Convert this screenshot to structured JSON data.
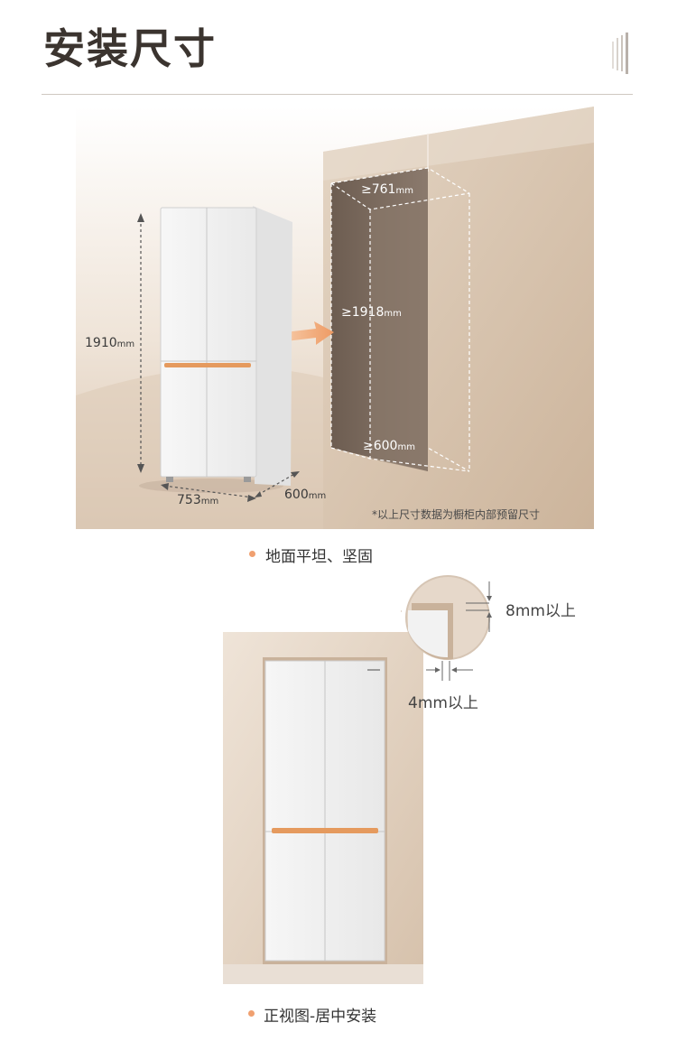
{
  "header": {
    "title": "安装尺寸"
  },
  "installation_view": {
    "fridge_height_value": "1910",
    "fridge_width_value": "753",
    "fridge_depth_value": "600",
    "unit": "mm",
    "cabinet_width": "≥761",
    "cabinet_height": "≥1918",
    "cabinet_depth": "≥600",
    "footnote": "*以上尺寸数据为橱柜内部预留尺寸"
  },
  "caption_1": "地面平坦、坚固",
  "front_view": {
    "top_gap": "8mm以上",
    "side_gap": "4mm以上"
  },
  "caption_2": "正视图-居中安装",
  "colors": {
    "accent": "#f0a070",
    "wall": "#d9c7b4",
    "cabinet_inner": "#7b6a5d",
    "fridge_white": "#f4f4f4",
    "handle": "#e59a5e"
  }
}
